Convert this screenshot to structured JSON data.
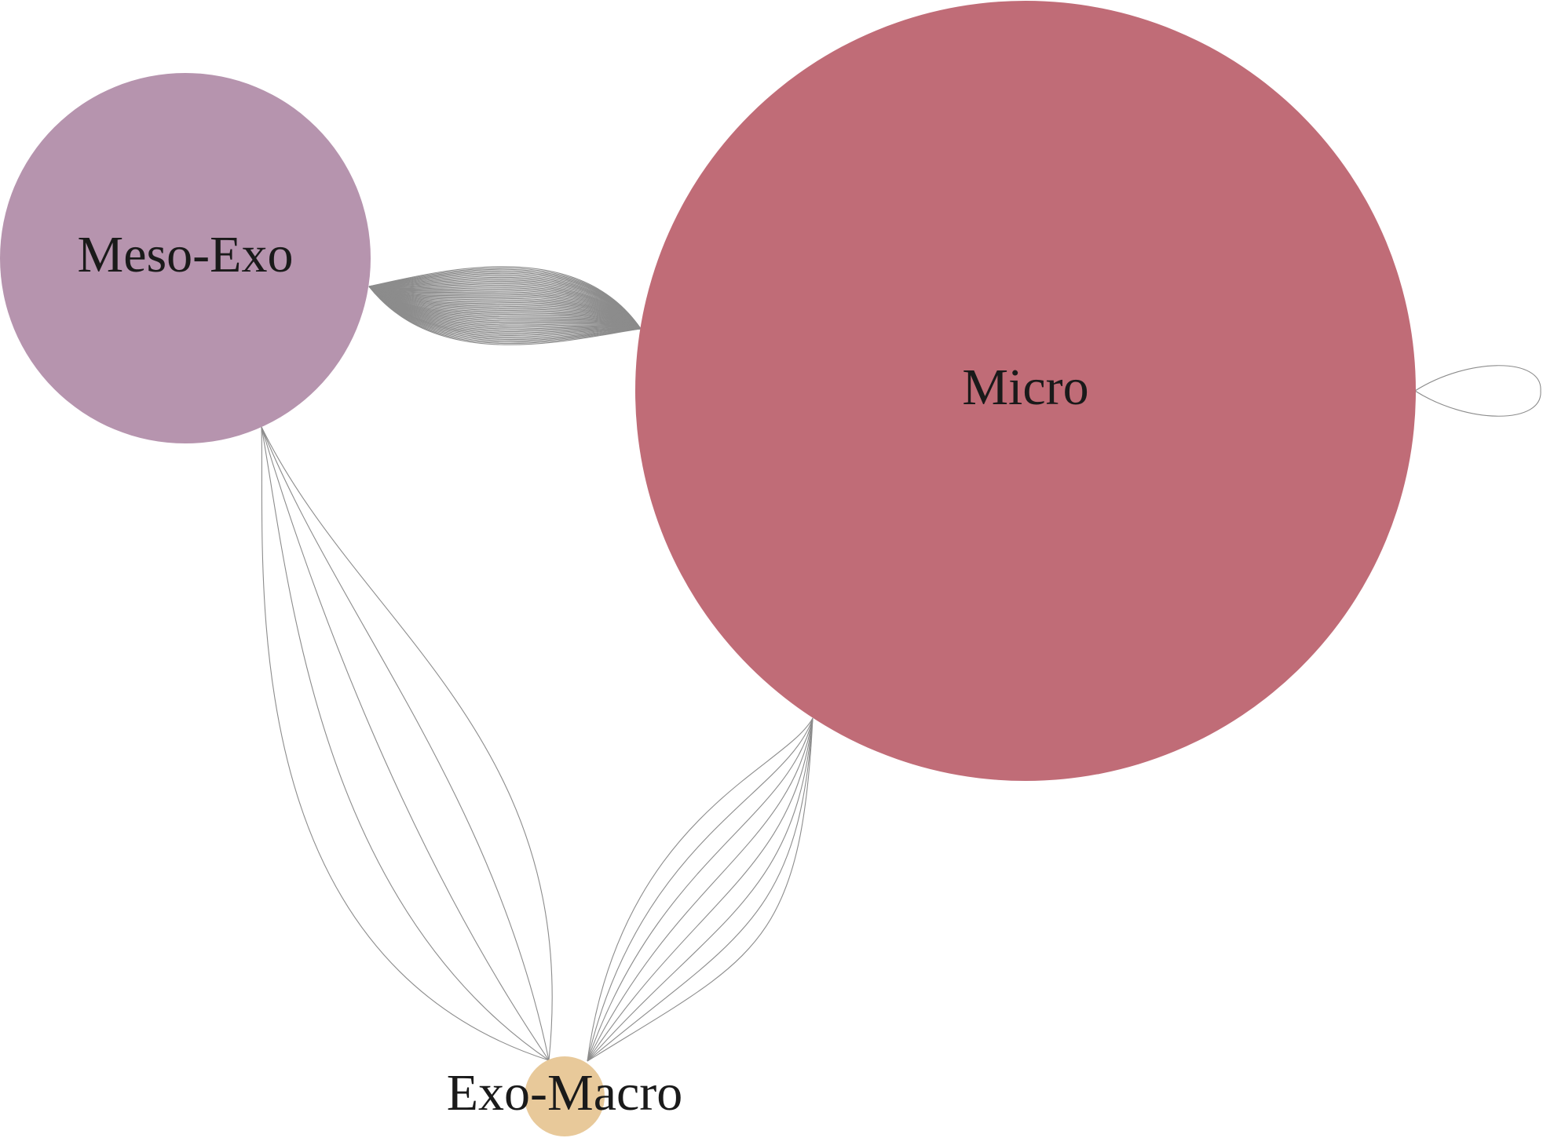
{
  "nodes": [
    {
      "id": "meso-exo",
      "label": "Meso-Exo",
      "color": "#b694ae"
    },
    {
      "id": "micro",
      "label": "Micro",
      "color": "#c06c77"
    },
    {
      "id": "exo-macro",
      "label": "Exo-Macro",
      "color": "#e8c99a"
    }
  ],
  "edges": [
    {
      "source": "meso-exo",
      "target": "micro",
      "count": 60
    },
    {
      "source": "meso-exo",
      "target": "exo-macro",
      "count": 5
    },
    {
      "source": "micro",
      "target": "exo-macro",
      "count": 8
    },
    {
      "source": "micro",
      "target": "micro",
      "count": 1
    }
  ],
  "edge_color": "#8c8c8c"
}
